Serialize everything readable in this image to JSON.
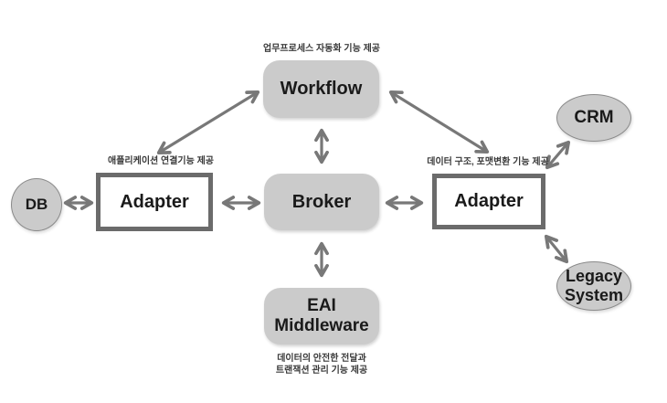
{
  "colors": {
    "node_fill": "#cbcbcb",
    "node_text": "#1a1a1a",
    "adapter_border": "#6b6b6b",
    "ellipse_border": "#8a8a8a",
    "arrow": "#787878",
    "note_text": "#3a3a3a"
  },
  "nodes": {
    "workflow": {
      "label": "Workflow"
    },
    "broker": {
      "label": "Broker"
    },
    "eai_middleware": {
      "line1": "EAI",
      "line2": "Middleware"
    },
    "adapter_left": {
      "label": "Adapter"
    },
    "adapter_right": {
      "label": "Adapter"
    },
    "db": {
      "label": "DB"
    },
    "crm": {
      "label": "CRM"
    },
    "legacy_system": {
      "line1": "Legacy",
      "line2": "System"
    }
  },
  "annotations": {
    "workflow_note": "업무프로세스 자동화 기능 제공",
    "adapter_left_note": "애플리케이션 연결기능 제공",
    "adapter_right_note": "데이터 구조, 포맷변환 기능 제공",
    "eai_note_line1": "데이터의 안전한 전달과",
    "eai_note_line2": "트랜잭션 관리 기능 제공"
  },
  "edges": [
    {
      "from": "DB",
      "to": "Adapter (left)",
      "direction": "bidirectional"
    },
    {
      "from": "Adapter (left)",
      "to": "Broker",
      "direction": "bidirectional"
    },
    {
      "from": "Broker",
      "to": "Adapter (right)",
      "direction": "bidirectional"
    },
    {
      "from": "Adapter (left)",
      "to": "Workflow",
      "direction": "bidirectional"
    },
    {
      "from": "Workflow",
      "to": "Broker",
      "direction": "bidirectional"
    },
    {
      "from": "Workflow",
      "to": "Adapter (right)",
      "direction": "bidirectional"
    },
    {
      "from": "Broker",
      "to": "EAI Middleware",
      "direction": "bidirectional"
    },
    {
      "from": "Adapter (right)",
      "to": "CRM",
      "direction": "bidirectional"
    },
    {
      "from": "Adapter (right)",
      "to": "Legacy System",
      "direction": "bidirectional"
    }
  ]
}
